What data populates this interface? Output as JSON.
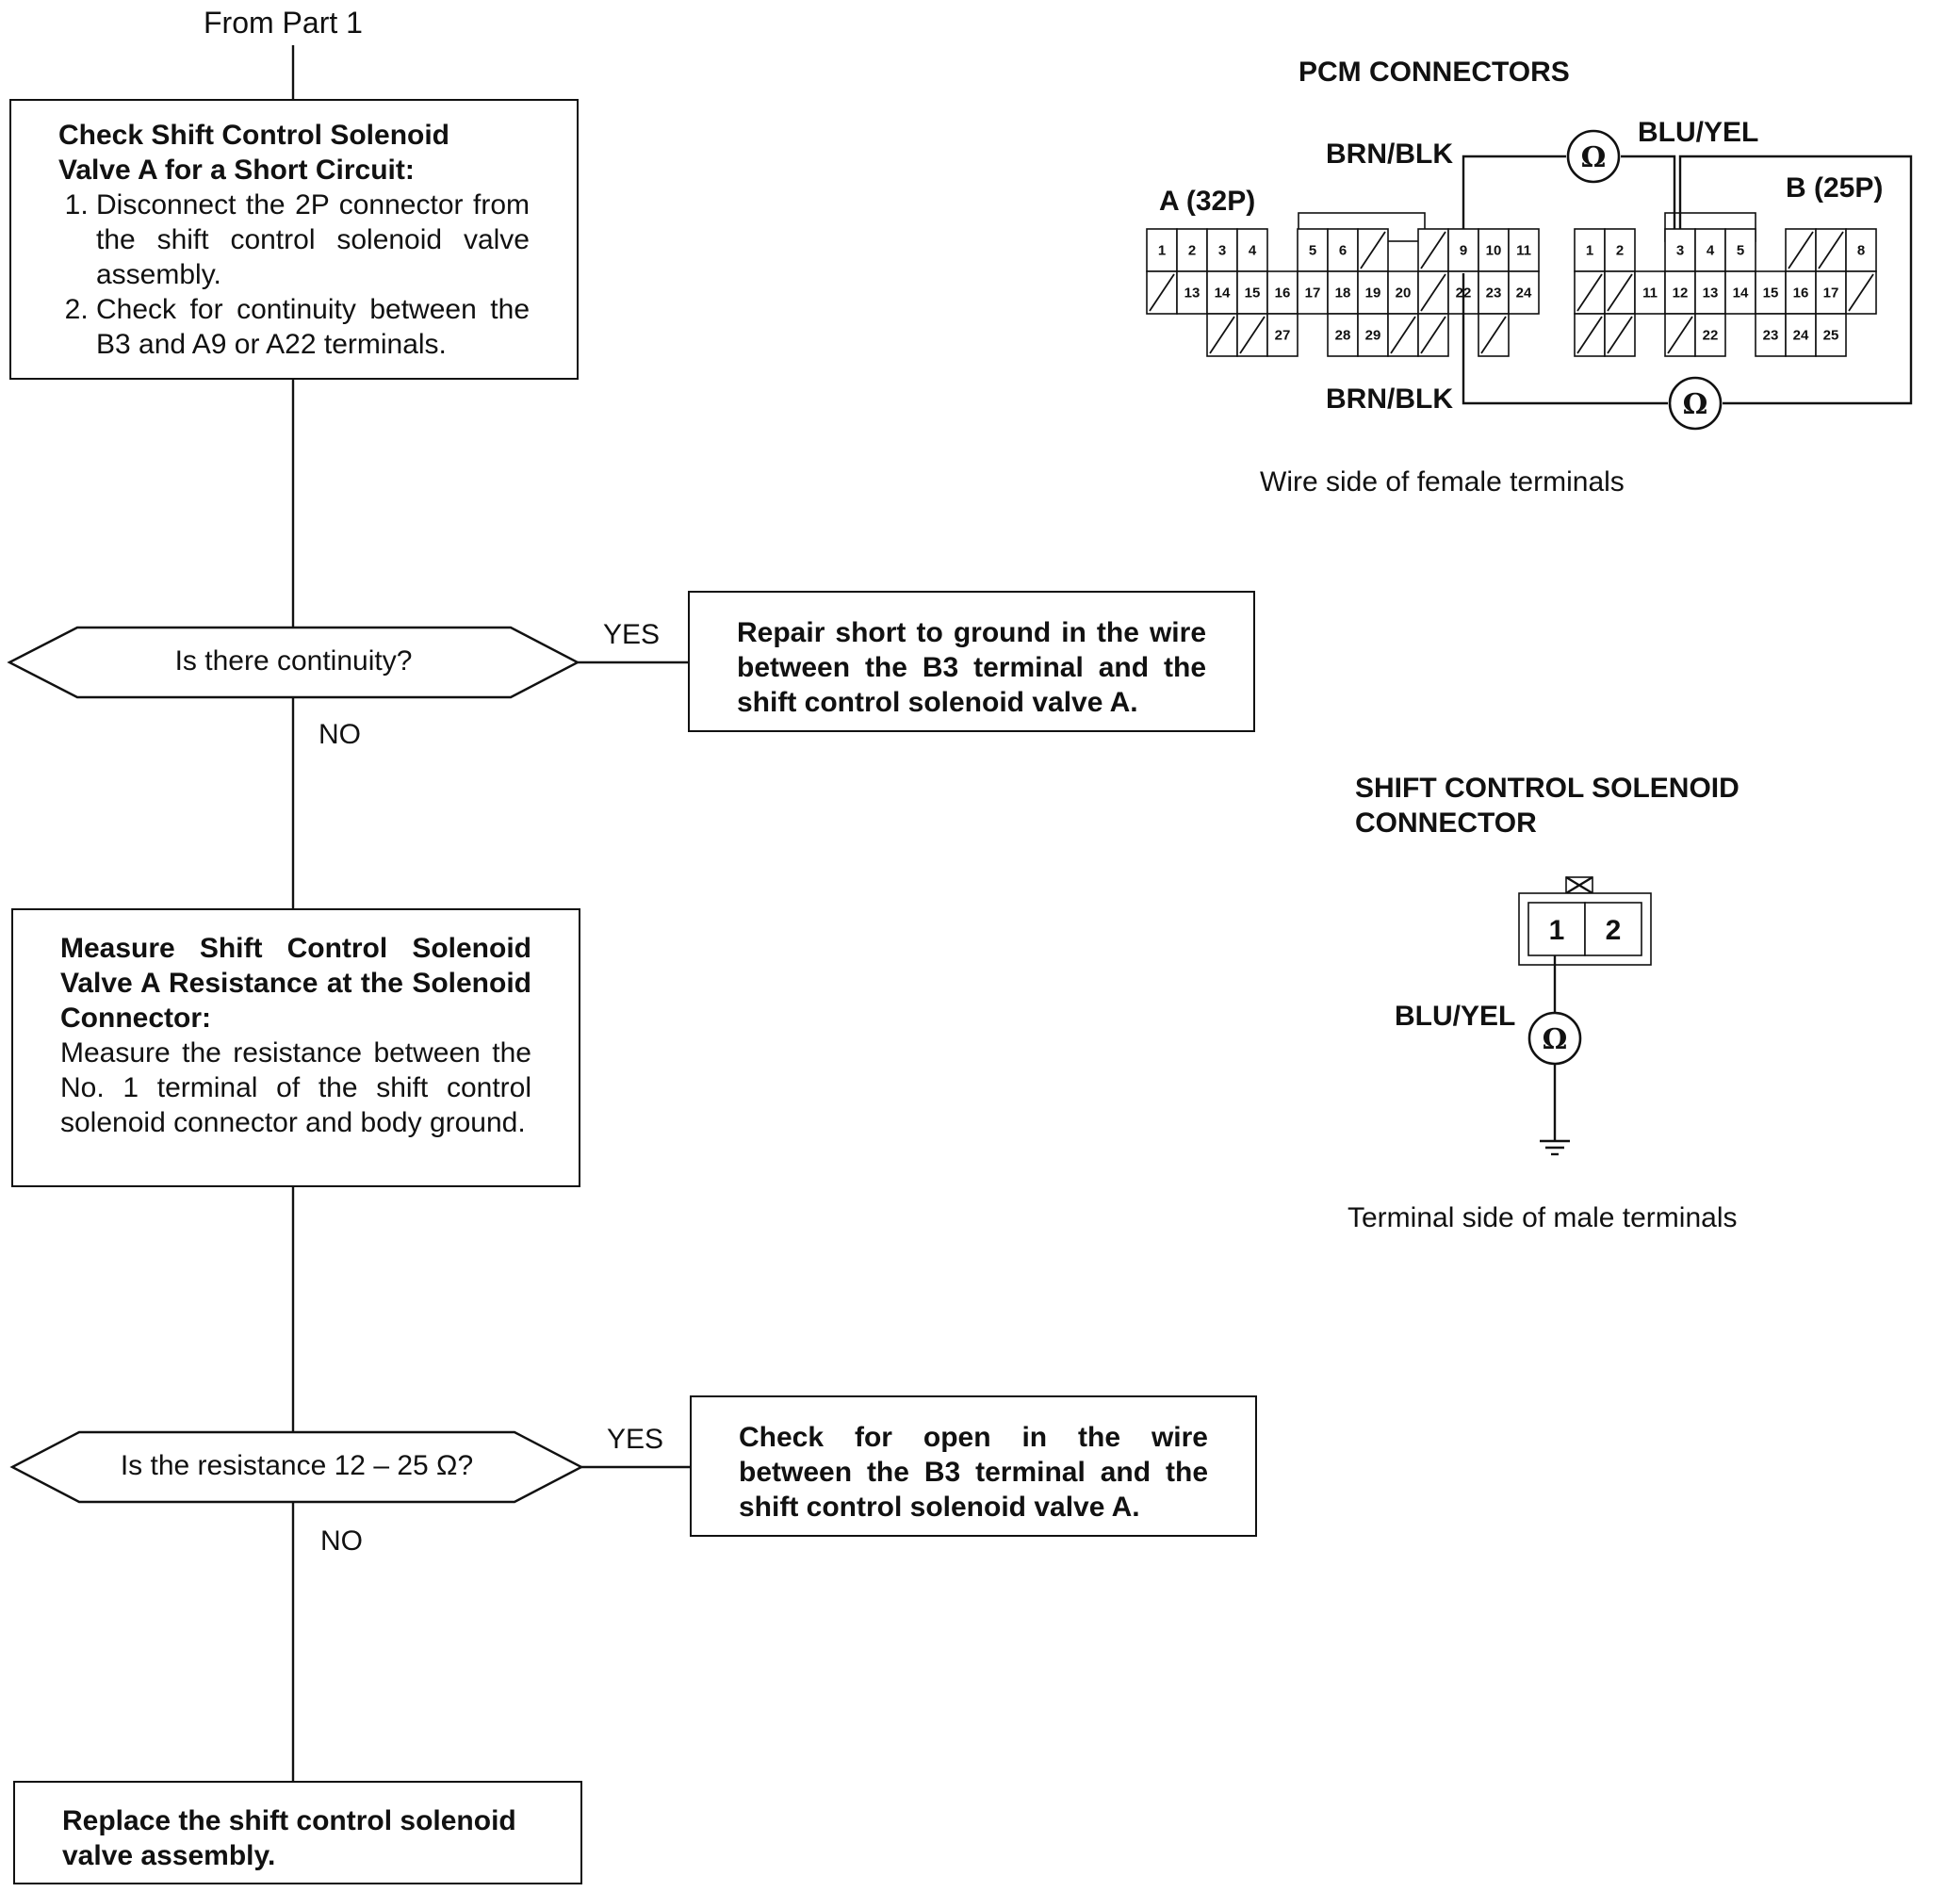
{
  "from_label": "From Part 1",
  "box1": {
    "heading_line1": "Check Shift Control Solenoid",
    "heading_line2": "Valve A for a Short Circuit:",
    "steps": [
      "Disconnect the 2P connector from the shift control solenoid valve assembly.",
      "Check for continuity between the B3 and A9 or A22 terminals."
    ]
  },
  "decision1": {
    "question": "Is there continuity?",
    "yes": "YES",
    "no": "NO"
  },
  "result1": "Repair short to ground in the wire between the B3 terminal and the shift control solenoid valve A.",
  "box2": {
    "heading": "Measure Shift Control Solenoid Valve A Resistance at the Solenoid Connector:",
    "body": "Measure the resistance between the No. 1 terminal of the shift control solenoid connector and body ground."
  },
  "decision2": {
    "question": "Is the resistance 12 – 25 Ω?",
    "yes": "YES",
    "no": "NO"
  },
  "result2": "Check for open in the wire between the B3 terminal and the shift control solenoid valve A.",
  "final_box": "Replace the shift control solenoid valve assembly.",
  "pcm": {
    "title": "PCM CONNECTORS",
    "connector_a": "A (32P)",
    "connector_b": "B (25P)",
    "wire_top_left": "BRN/BLK",
    "wire_top_right": "BLU/YEL",
    "wire_bottom": "BRN/BLK",
    "caption": "Wire side of female terminals",
    "meter_symbol": "Ω",
    "a_pins": [
      "1",
      "2",
      "3",
      "4",
      "5",
      "6",
      "9",
      "10",
      "11",
      "13",
      "14",
      "15",
      "16",
      "17",
      "18",
      "19",
      "20",
      "22",
      "23",
      "24",
      "27",
      "28",
      "29"
    ],
    "b_pins": [
      "1",
      "2",
      "3",
      "4",
      "5",
      "8",
      "11",
      "12",
      "13",
      "14",
      "15",
      "16",
      "17",
      "22",
      "23",
      "24",
      "25"
    ]
  },
  "solenoid": {
    "title_line1": "SHIFT CONTROL SOLENOID",
    "title_line2": "CONNECTOR",
    "pin1": "1",
    "pin2": "2",
    "wire": "BLU/YEL",
    "caption": "Terminal side of male terminals",
    "meter_symbol": "Ω"
  }
}
